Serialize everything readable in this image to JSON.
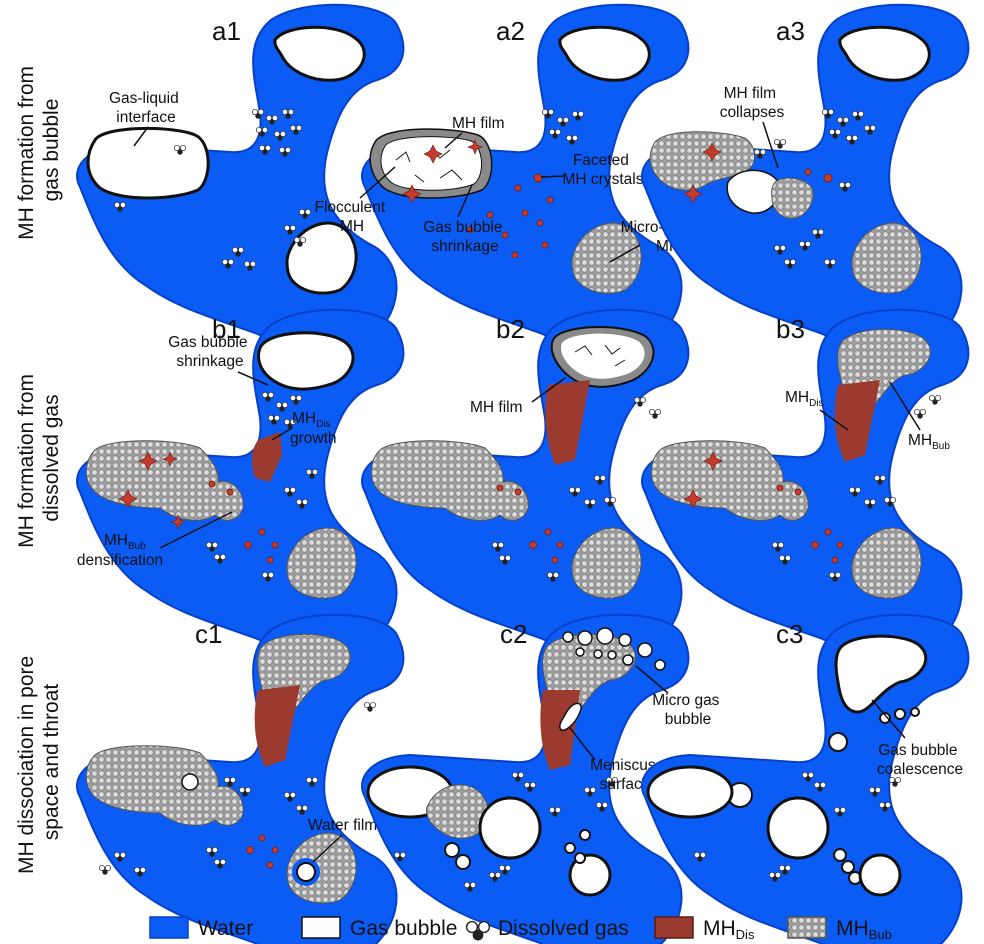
{
  "rows": [
    {
      "title_lines": [
        "MH formation from",
        "gas bubble"
      ],
      "panels": [
        "a1",
        "a2",
        "a3"
      ]
    },
    {
      "title_lines": [
        "MH formation from",
        "dissolved gas"
      ],
      "panels": [
        "b1",
        "b2",
        "b3"
      ]
    },
    {
      "title_lines": [
        "MH dissociation in pore",
        "space and throat"
      ],
      "panels": [
        "c1",
        "c2",
        "c3"
      ]
    }
  ],
  "annotations": {
    "gas_liquid_interface": [
      "Gas-liquid",
      "interface"
    ],
    "mh_film_a2": [
      "MH film"
    ],
    "flocculent_mh": [
      "Flocculent",
      "MH"
    ],
    "gas_bubble_shrinkage_a2": [
      "Gas bubble",
      "shrinkage"
    ],
    "faceted_mh_crystals": [
      "Faceted",
      "MH crystals"
    ],
    "mh_film_collapses": [
      "MH film",
      "collapses"
    ],
    "micro_porous_mh": [
      "Micro-porous",
      "MH"
    ],
    "gas_bubble_shrinkage_b1": [
      "Gas bubble",
      "shrinkage"
    ],
    "mh_dis_growth": {
      "main": "MH",
      "sub": "Dis",
      "line2": "growth"
    },
    "mh_bub_densification": {
      "main": "MH",
      "sub": "Bub",
      "line2": "densification"
    },
    "mh_film_b2": [
      "MH film"
    ],
    "mh_dis_b3": {
      "main": "MH",
      "sub": "Dis"
    },
    "mh_bub_b3": {
      "main": "MH",
      "sub": "Bub"
    },
    "water_film": [
      "Water film"
    ],
    "micro_gas_bubble": [
      "Micro gas",
      "bubble"
    ],
    "meniscus_surface": [
      "Meniscus",
      "surface"
    ],
    "gas_bubble_coalescence": [
      "Gas bubble",
      "coalescence"
    ]
  },
  "legend": {
    "water": "Water",
    "gas_bubble": "Gas bubble",
    "dissolved_gas": "Dissolved gas",
    "mh_dis": {
      "main": "MH",
      "sub": "Dis"
    },
    "mh_bub": {
      "main": "MH",
      "sub": "Bub"
    }
  },
  "colors": {
    "water": "#0a5cf5",
    "water_edge": "#0640c9",
    "gas": "#ffffff",
    "mh_dis": "#9b3a2f",
    "mh_bub": "#b9b9b9",
    "film": "#8a8a8a",
    "seed": "#c43b2e"
  }
}
